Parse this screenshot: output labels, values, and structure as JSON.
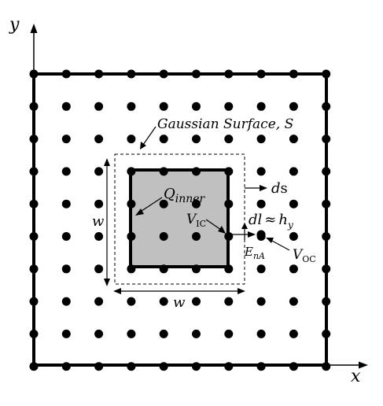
{
  "axes": {
    "x_label": "x",
    "y_label": "y"
  },
  "labels": {
    "gaussian_surface": "Gaussian Surface, S",
    "q_inner_main": "Q",
    "q_inner_sub": "inner",
    "ds_main": "d",
    "ds_suffix": "s",
    "dl_main": "dl",
    "dl_approx": "≈",
    "h_main": "h",
    "h_sub": "y",
    "v_ic_main": "V",
    "v_ic_sub": "IC",
    "v_oc_main": "V",
    "v_oc_sub": "OC",
    "e_na_main": "E",
    "e_na_sub": "nA",
    "w_vertical": "w",
    "w_horizontal": "w"
  },
  "colors": {
    "line": "#000000",
    "inner_fill": "#c0c0c0",
    "background": "#ffffff"
  }
}
